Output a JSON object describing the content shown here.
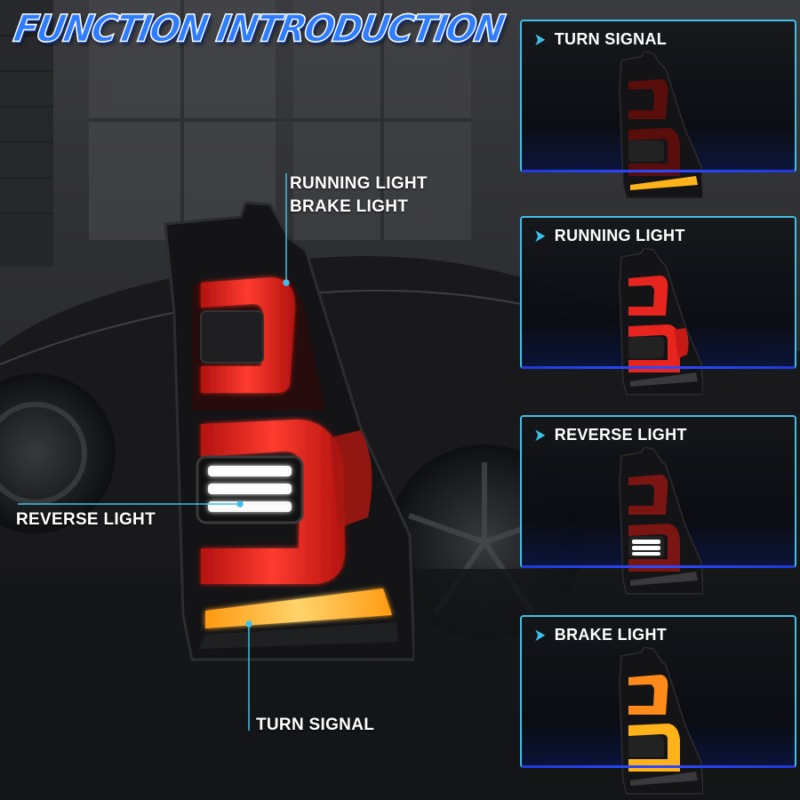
{
  "headline": "FUNCTION INTRODUCTION",
  "callouts": {
    "running_light": "RUNNING LIGHT",
    "brake_light": "BRAKE LIGHT",
    "reverse_light": "REVERSE LIGHT",
    "turn_signal": "TURN SIGNAL"
  },
  "panels": [
    {
      "label": "TURN SIGNAL",
      "mode": "turn"
    },
    {
      "label": "RUNNING LIGHT",
      "mode": "running"
    },
    {
      "label": "REVERSE LIGHT",
      "mode": "reverse"
    },
    {
      "label": "BRAKE LIGHT",
      "mode": "brake"
    }
  ],
  "colors": {
    "accent_cyan": "#3fc0e8",
    "headline_blue": "#2e7dff",
    "panel_bottom_blue": "#2d49ff",
    "lamp_red": "#e8241f",
    "lamp_amber": "#ffb31a",
    "lamp_white": "#ffffff",
    "housing": "#141416"
  }
}
